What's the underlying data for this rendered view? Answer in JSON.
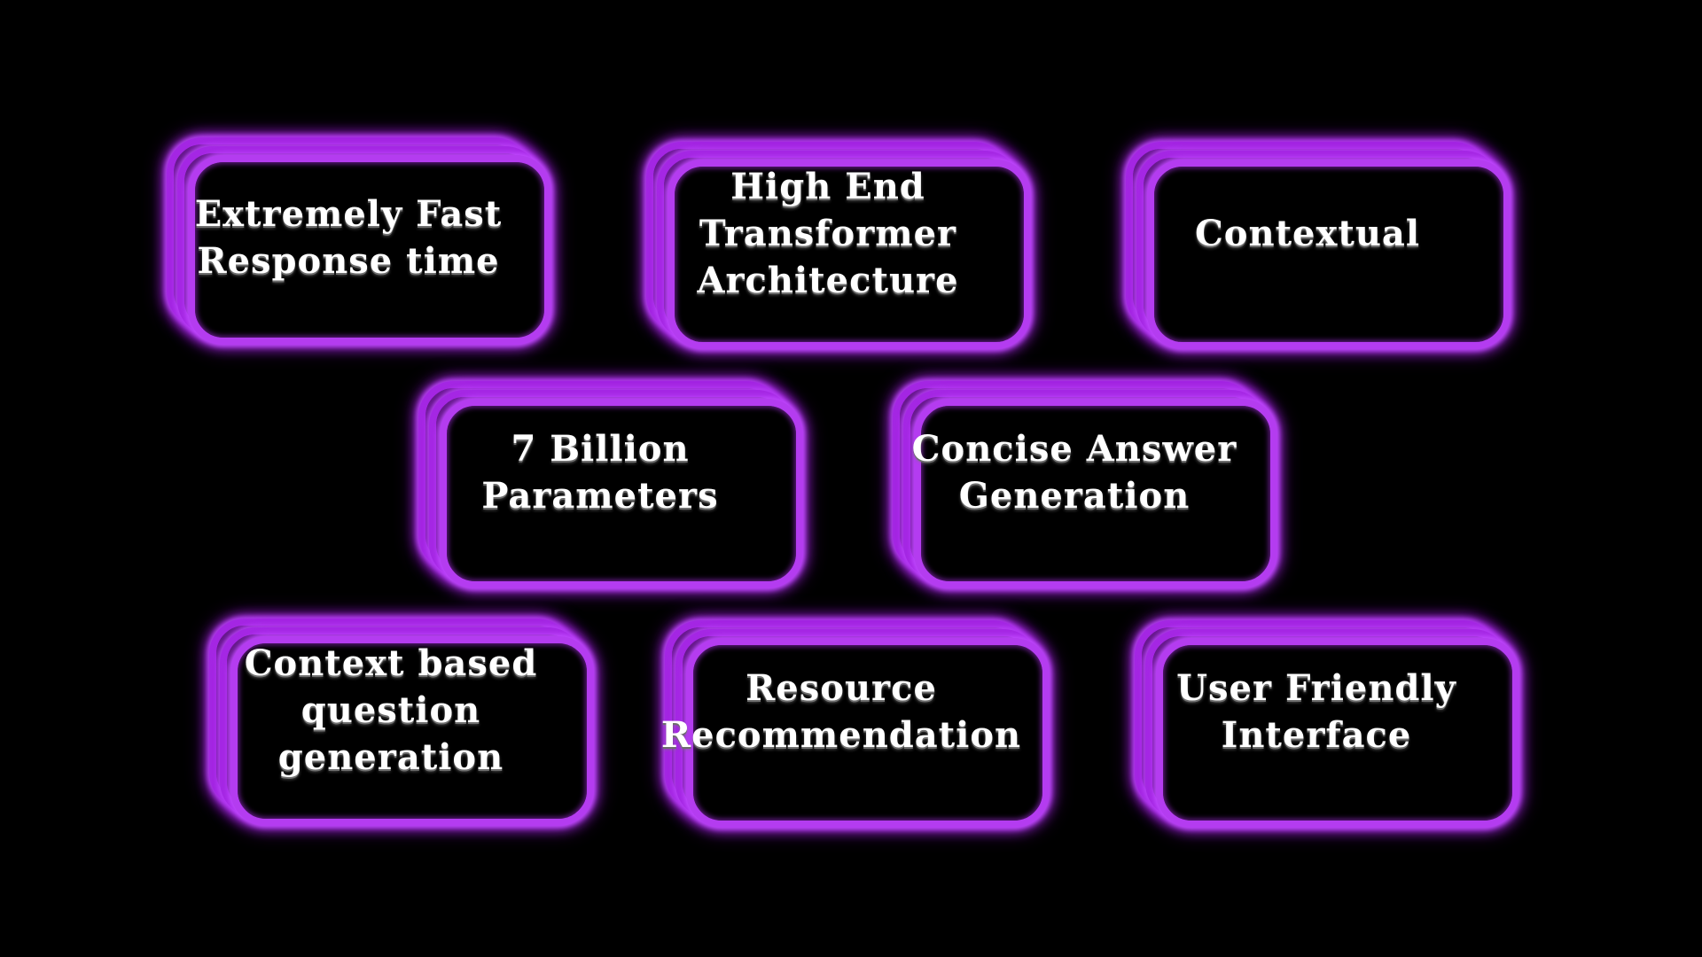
{
  "accent_color": "#a72ae6",
  "background_color": "#000000",
  "features": [
    {
      "label": "Extremely Fast\nResponse time"
    },
    {
      "label": "High End\nTransformer\nArchitecture"
    },
    {
      "label": "Contextual"
    },
    {
      "label": "7 Billion\nParameters"
    },
    {
      "label": "Concise Answer\nGeneration"
    },
    {
      "label": "Context based\nquestion\ngeneration"
    },
    {
      "label": "Resource\nRecommendation"
    },
    {
      "label": "User Friendly\nInterface"
    }
  ]
}
